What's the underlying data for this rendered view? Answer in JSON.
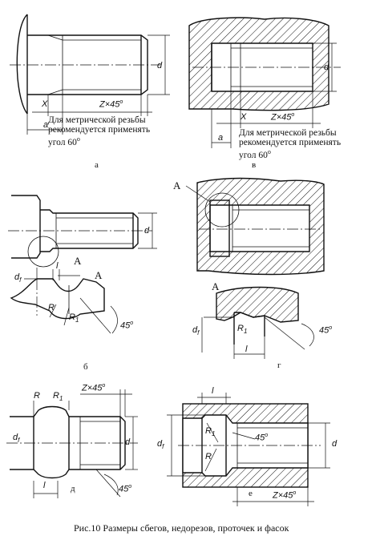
{
  "note": {
    "line1": "Для метрической резьбы",
    "line2": "рекомендуется применять",
    "line3": "угол 60"
  },
  "labels": {
    "a": "а",
    "v": "в",
    "b": "б",
    "g": "г",
    "d": "д",
    "e": "е",
    "detail_A": "A"
  },
  "dims": {
    "x": "X",
    "a": "a",
    "d": "d",
    "z45": "Z×45",
    "deg": "o",
    "l": "l",
    "R": "R",
    "R1": "R",
    "sub1": "1",
    "df": "d",
    "subf": "f",
    "angle45": "45"
  },
  "caption": "Рис.10 Размеры сбегов,  недорезов, проточек и фасок"
}
